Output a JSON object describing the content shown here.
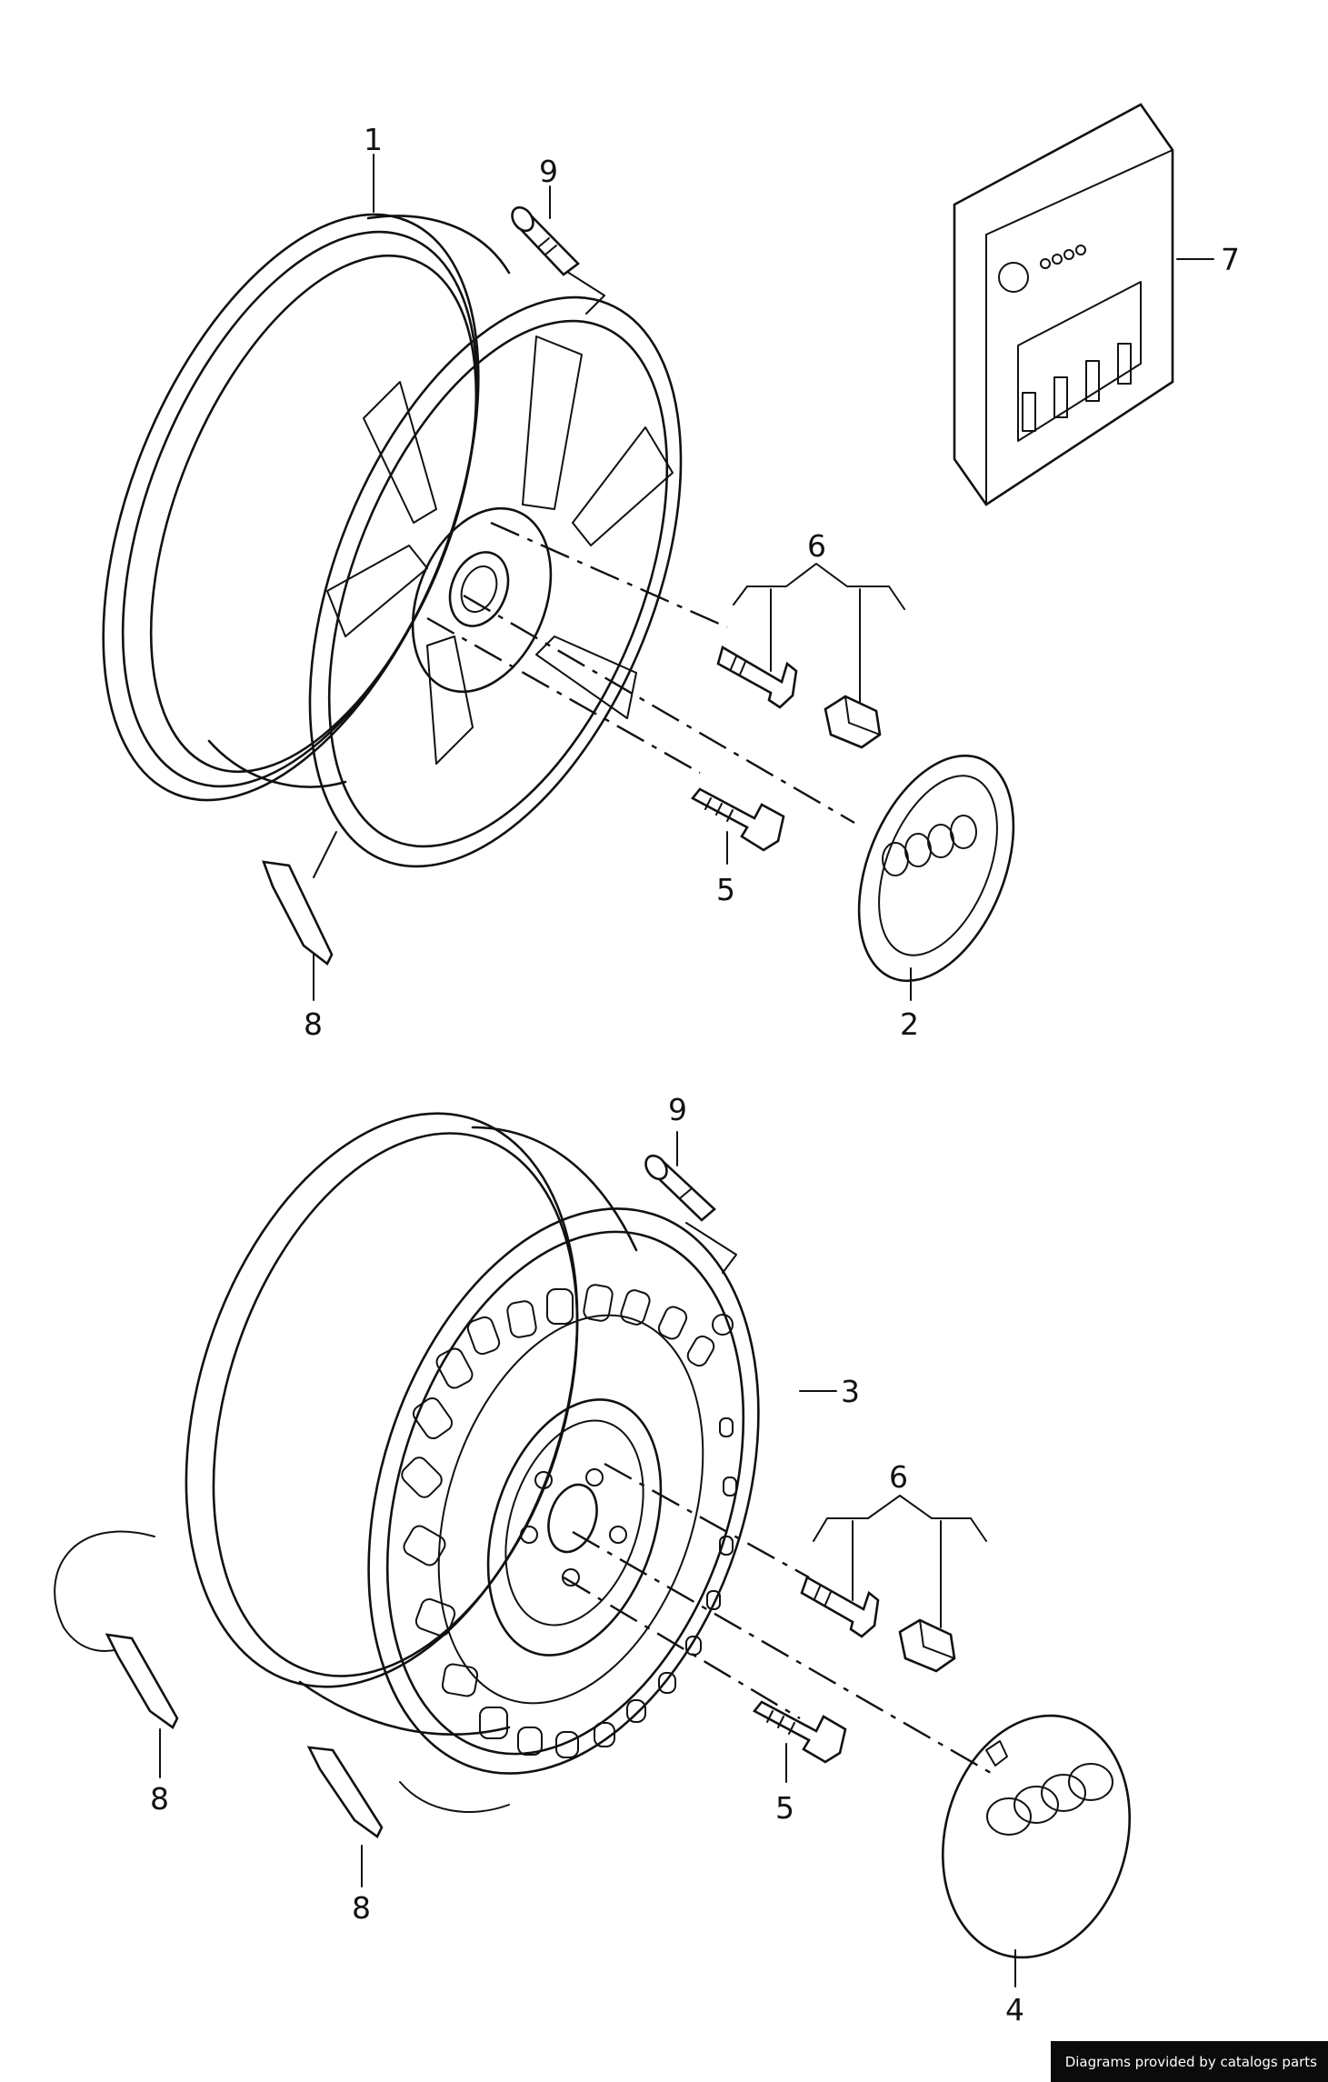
{
  "callouts": {
    "top": {
      "rim": "1",
      "cap": "2",
      "tool_kit": "7",
      "valve": "9",
      "bolt_set": "6",
      "bolt": "5",
      "weight": "8"
    },
    "bottom": {
      "valve": "9",
      "rim": "3",
      "bolt_set": "6",
      "bolt": "5",
      "weight_left": "8",
      "weight_right": "8",
      "cap": "4"
    }
  },
  "credit": "Diagrams provided by catalogs parts"
}
